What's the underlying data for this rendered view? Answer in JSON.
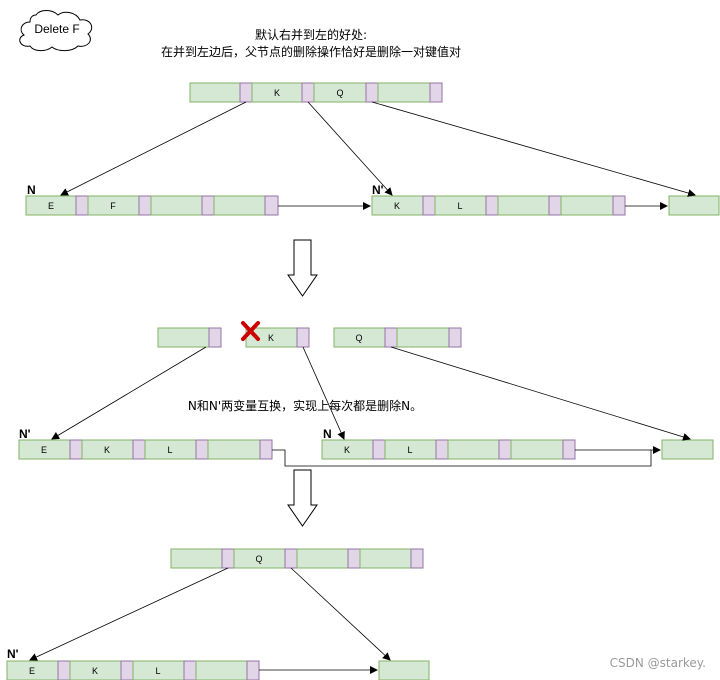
{
  "cloud": {
    "label": "Delete F"
  },
  "note_top": {
    "line1": "默认右并到左的好处:",
    "line2": "在并到左边后，父节点的删除操作恰好是删除一对键值对"
  },
  "note_mid": "N和N'两变量互换，实现上每次都是删除N。",
  "stage1": {
    "parent": {
      "keys": [
        "",
        "K",
        "Q",
        ""
      ]
    },
    "left": {
      "label": "N",
      "keys": [
        "E",
        "F",
        "",
        ""
      ]
    },
    "right": {
      "label": "N'",
      "keys": [
        "K",
        "L",
        "",
        ""
      ]
    },
    "tail": {
      "keys": [
        ""
      ]
    }
  },
  "stage2": {
    "parent_left": {
      "keys": [
        ""
      ]
    },
    "parent_mid": {
      "keys": [
        "K"
      ]
    },
    "parent_right": {
      "keys": [
        "Q",
        ""
      ]
    },
    "left": {
      "label": "N'",
      "keys": [
        "E",
        "K",
        "L",
        ""
      ]
    },
    "right": {
      "label": "N",
      "keys": [
        "K",
        "L",
        "",
        ""
      ]
    },
    "tail": {
      "keys": [
        ""
      ]
    },
    "delete_mark": "x-icon"
  },
  "stage3": {
    "parent": {
      "keys": [
        "",
        "Q",
        "",
        ""
      ]
    },
    "left": {
      "label": "N'",
      "keys": [
        "E",
        "K",
        "L",
        ""
      ]
    },
    "tail": {
      "keys": [
        ""
      ]
    }
  },
  "watermark": "CSDN @starkey.",
  "colors": {
    "key_fill": "#d5e8d4",
    "key_stroke": "#82b366",
    "ptr_fill": "#e1d5e7",
    "ptr_stroke": "#9673a6",
    "delete_mark": "#cc0000"
  }
}
